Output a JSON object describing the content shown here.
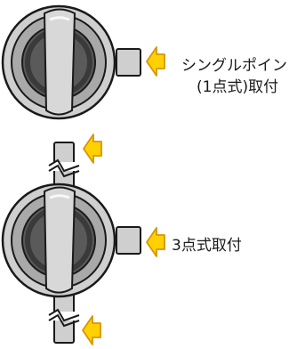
{
  "labels": {
    "single_point_line1": "シングルポイント",
    "single_point_line2": "(1点式)取付",
    "three_point": "3点式取付"
  },
  "colors": {
    "arrow_fill": "#ffd100",
    "arrow_stroke": "#d99500",
    "outline": "#1a1a1a",
    "housing_fill": "#cfcfcf",
    "ring_fill": "#a9a9a9",
    "dial_dark": "#5a5a5a",
    "knob_fill": "#d8d8d8",
    "bracket_fill": "#cfcfcf"
  },
  "icons": {
    "arrow": "yellow-left-arrow",
    "break_mark": "pipe-break-mark"
  }
}
